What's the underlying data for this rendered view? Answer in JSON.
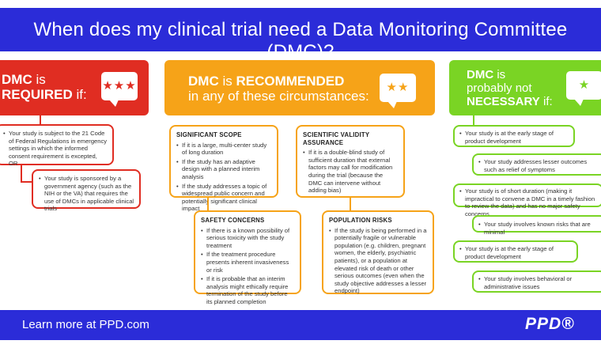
{
  "title": "When does my clinical trial need a Data Monitoring Committee (DMC)?",
  "columns": {
    "required": {
      "header_lead": "DMC",
      "header_mid": "is",
      "header_strong": "REQUIRED",
      "header_tail": "if:",
      "stars": "★★★",
      "items": [
        "Your study is subject to the 21 Code of Federal Regulations in emergency settings in which the informed consent requirement is excepted, OR",
        "Your study is sponsored by a government agency (such as the NIH or the VA) that requires the use of DMCs in applicable clinical trials"
      ]
    },
    "recommended": {
      "header_lead": "DMC",
      "header_mid": "is",
      "header_strong": "RECOMMENDED",
      "header_sub": "in any of these circumstances:",
      "stars": "★★",
      "boxes": [
        {
          "heading": "SIGNIFICANT SCOPE",
          "items": [
            "If it is a large, multi-center study of long duration",
            "If the study has an adaptive design with a planned interim analysis",
            "If the study addresses a topic of widespread public concern and potentially significant clinical impact"
          ]
        },
        {
          "heading": "SCIENTIFIC VALIDITY ASSURANCE",
          "items": [
            "If it is a double-blind study of sufficient duration that external factors may call for modification during the trial (because the DMC can intervene without adding bias)"
          ]
        },
        {
          "heading": "SAFETY CONCERNS",
          "items": [
            "If there is a known possibility of serious toxicity with the study treatment",
            "If the treatment procedure presents inherent invasiveness or risk",
            "If it is probable that an interim analysis might ethically require termination of the study before its planned completion"
          ]
        },
        {
          "heading": "POPULATION RISKS",
          "items": [
            "If the study is being performed in a potentially fragile or vulnerable population (e.g. children, pregnant women, the elderly, psychiatric patients), or a population at elevated risk of death or other serious outcomes (even when the study objective addresses a lesser endpoint)"
          ]
        }
      ]
    },
    "not_necessary": {
      "header_lead": "DMC",
      "header_mid": "is",
      "header_line2": "probably not",
      "header_strong": "NECESSARY",
      "header_tail": "if:",
      "stars": "★",
      "items": [
        "Your study is at the early stage of product development",
        "Your study addresses lesser outcomes such as relief of symptoms",
        "Your study is of short duration (making it impractical to convene a DMC in a timely fashion to review the data) and has no major safety concerns",
        "Your study involves known risks that are minimal",
        "Your study is at the early stage of product development",
        "Your study involves behavioral or administrative issues"
      ]
    }
  },
  "footer": {
    "cta": "Learn more at PPD.com",
    "logo_text": "PPD®"
  },
  "colors": {
    "blue": "#2b2cd8",
    "red": "#e02d22",
    "orange": "#f6a318",
    "green": "#7ad424"
  }
}
